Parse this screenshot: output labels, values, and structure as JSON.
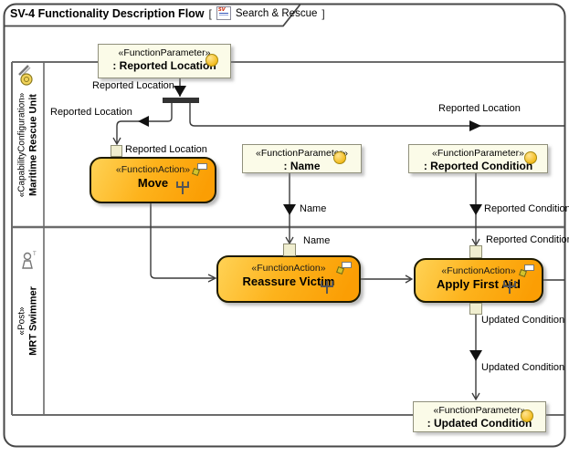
{
  "frame": {
    "title": "SV-4 Functionality Description Flow",
    "open_bracket": "[",
    "close_bracket": "]",
    "context_name": "Search & Rescue",
    "context_icon_text": "sv"
  },
  "lanes": [
    {
      "stereotype": "«CapabilityConfiguration»",
      "name": "Maritime Rescue Unit",
      "icon": "capability-configuration-icon"
    },
    {
      "stereotype": "«Post»",
      "name": "MRT Swimmer",
      "icon": "post-person-icon"
    }
  ],
  "nodes": {
    "param_reported_location": {
      "stereotype": "«FunctionParameter»",
      "name": ": Reported Location"
    },
    "param_name": {
      "stereotype": "«FunctionParameter»",
      "name": ": Name"
    },
    "param_reported_condition": {
      "stereotype": "«FunctionParameter»",
      "name": ": Reported Condition"
    },
    "param_updated_condition": {
      "stereotype": "«FunctionParameter»",
      "name": ": Updated Condition"
    },
    "action_move": {
      "stereotype": "«FunctionAction»",
      "name": "Move"
    },
    "action_reassure_victim": {
      "stereotype": "«FunctionAction»",
      "name": "Reassure Victim"
    },
    "action_apply_first_aid": {
      "stereotype": "«FunctionAction»",
      "name": "Apply First Aid"
    }
  },
  "labels": {
    "reported_location": "Reported Location",
    "name": "Name",
    "reported_condition": "Reported Condition",
    "updated_condition": "Updated Condition"
  },
  "colors": {
    "action_gradient_start": "#ffd255",
    "action_gradient_end": "#fb9e04",
    "param_fill": "#fbfbe8",
    "ball_fill": "#f3bd20",
    "frame_stroke": "#474747",
    "lane_stroke": "#6b6b6b",
    "edge_stroke": "#3a3a3a",
    "fork_fill": "#333333"
  }
}
